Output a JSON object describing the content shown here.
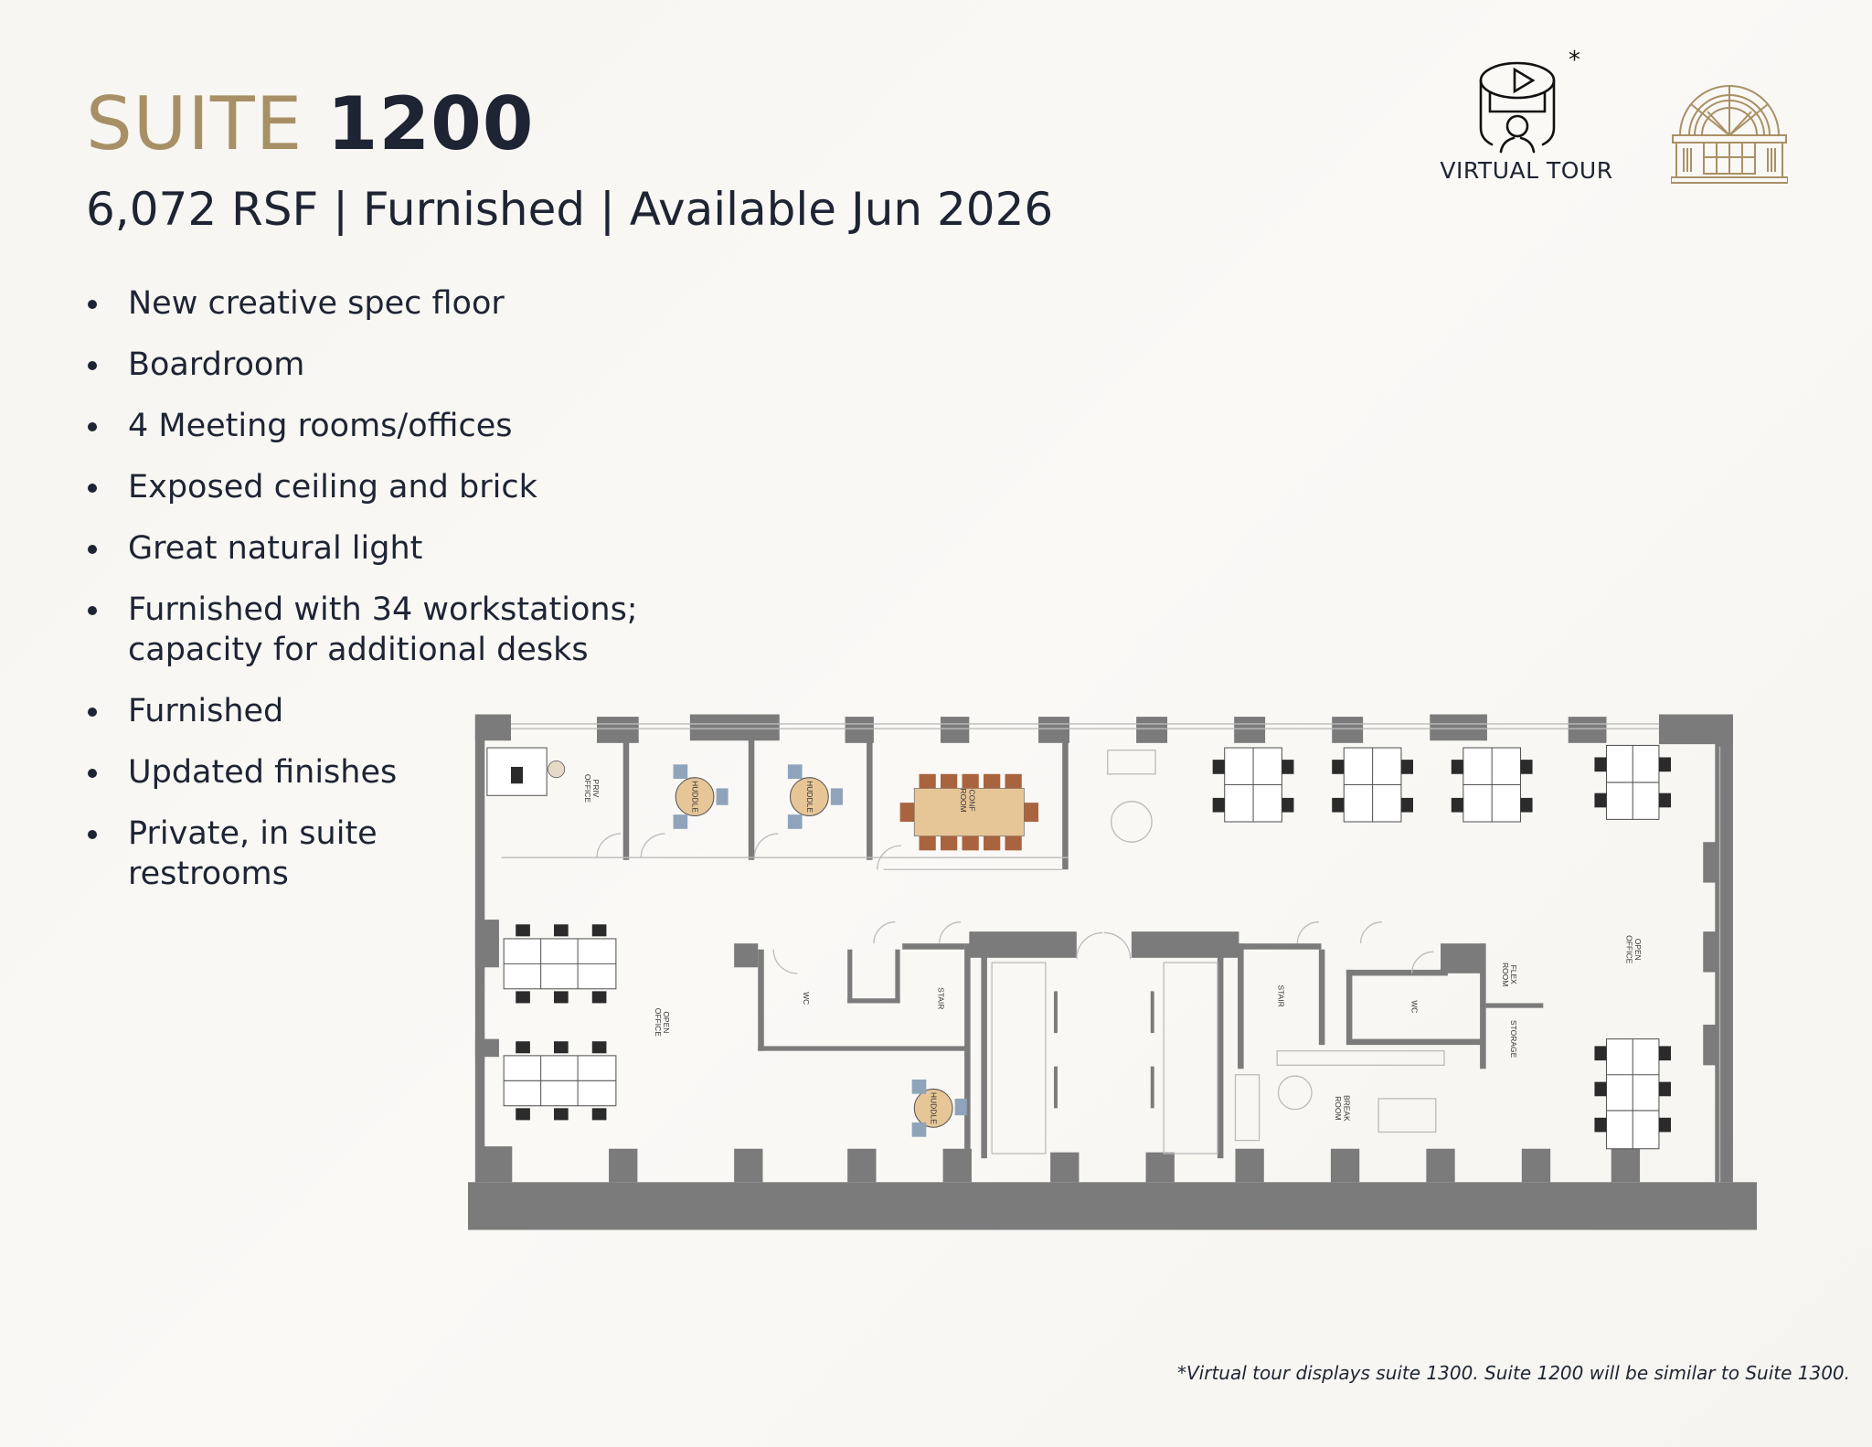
{
  "header": {
    "title_prefix": "SUITE",
    "title_number": "1200",
    "subtitle": "6,072 RSF | Furnished | Available Jun 2026"
  },
  "features": [
    "New creative spec floor",
    "Boardroom",
    "4 Meeting rooms/offices",
    "Exposed ceiling and brick",
    "Great natural light",
    "Furnished with 34 workstations; capacity for additional desks",
    "Furnished",
    "Updated finishes",
    "Private, in suite restrooms"
  ],
  "virtual_tour": {
    "label": "VIRTUAL TOUR",
    "asterisk": "*",
    "icon": "360-video-person-icon"
  },
  "logo": {
    "icon": "arched-window-building-logo",
    "color": "#a89066"
  },
  "floor_plan": {
    "rooms": {
      "priv_office": [
        "PRIV",
        "OFFICE"
      ],
      "huddle": "HUDDLE",
      "conf_room": [
        "CONF",
        "ROOM"
      ],
      "open_office": [
        "OPEN",
        "OFFICE"
      ],
      "wc": "WC",
      "stair": "STAIR",
      "flex_room": [
        "FLEX",
        "ROOM"
      ],
      "storage": "STORAGE",
      "break_room": [
        "BREAK",
        "ROOM"
      ]
    },
    "colors": {
      "wall": "#7b7b7b",
      "huddle_chair": "#8fa3bb",
      "conf_chair": "#a9643f",
      "table": "#e6c697"
    }
  },
  "footnote": "*Virtual tour displays suite 1300. Suite 1200 will be similar to Suite 1300.",
  "colors": {
    "gold": "#a89066",
    "navy": "#1e2433"
  }
}
